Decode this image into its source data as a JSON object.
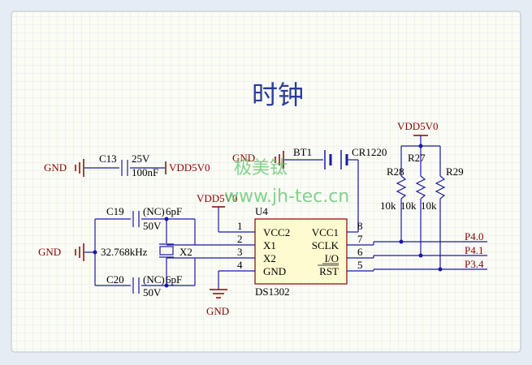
{
  "title": "时钟",
  "watermark": {
    "line1": "极美钛",
    "line2": "www.jh-tec.cn"
  },
  "colors": {
    "wire": "#1a1aa6",
    "power": "#8b0000",
    "grid": "#dfe8ee",
    "paper": "#fbfcf4",
    "title": "#2b3c9c"
  },
  "labels": {
    "gnd_c13": "GND",
    "c13": "C13",
    "c13_v": "25V",
    "c13_val": "100nF",
    "vdd_c13": "VDD5V0",
    "gnd_bt1": "GND",
    "bt1": "BT1",
    "bt1_type": "CR1220",
    "vdd_top": "VDD5V0",
    "r28": "R28",
    "r27": "R27",
    "r29": "R29",
    "r28_val": "10k",
    "r27_val": "10k",
    "r29_val": "10k",
    "vdd_u4": "VDD5V0",
    "u4": "U4",
    "u4_part": "DS1302",
    "c19": "C19",
    "c19_nc": "(NC)",
    "c19_val": "6pF",
    "c19_v": "50V",
    "c20": "C20",
    "c20_nc": "(NC)",
    "c20_val": "6pF",
    "c20_v": "50V",
    "gnd_x": "GND",
    "crystal": "32.768kHz",
    "x2": "X2",
    "gnd_u4": "GND",
    "pin1": "1",
    "pin2": "2",
    "pin3": "3",
    "pin4": "4",
    "pin8": "8",
    "pin7": "7",
    "pin6": "6",
    "pin5": "5",
    "vcc2": "VCC2",
    "x1pin": "X1",
    "x2pin": "X2",
    "gndpin": "GND",
    "vcc1": "VCC1",
    "sclk": "SCLK",
    "io": "I/O",
    "rst": "RST",
    "p40": "P4.0",
    "p41": "P4.1",
    "p34": "P3.4"
  }
}
